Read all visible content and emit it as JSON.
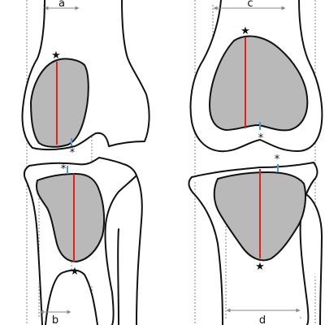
{
  "labels": {
    "a": "a",
    "b": "b",
    "c": "c",
    "d": "d"
  },
  "markers": {
    "star": "★",
    "asterisk": "*"
  },
  "colors": {
    "bone_outline": "#111111",
    "lesion_fill": "#b9b9b9",
    "height_line": "#e0201c",
    "cartilage_gap": "#4a9bd6",
    "guide_lines": "#777777"
  }
}
